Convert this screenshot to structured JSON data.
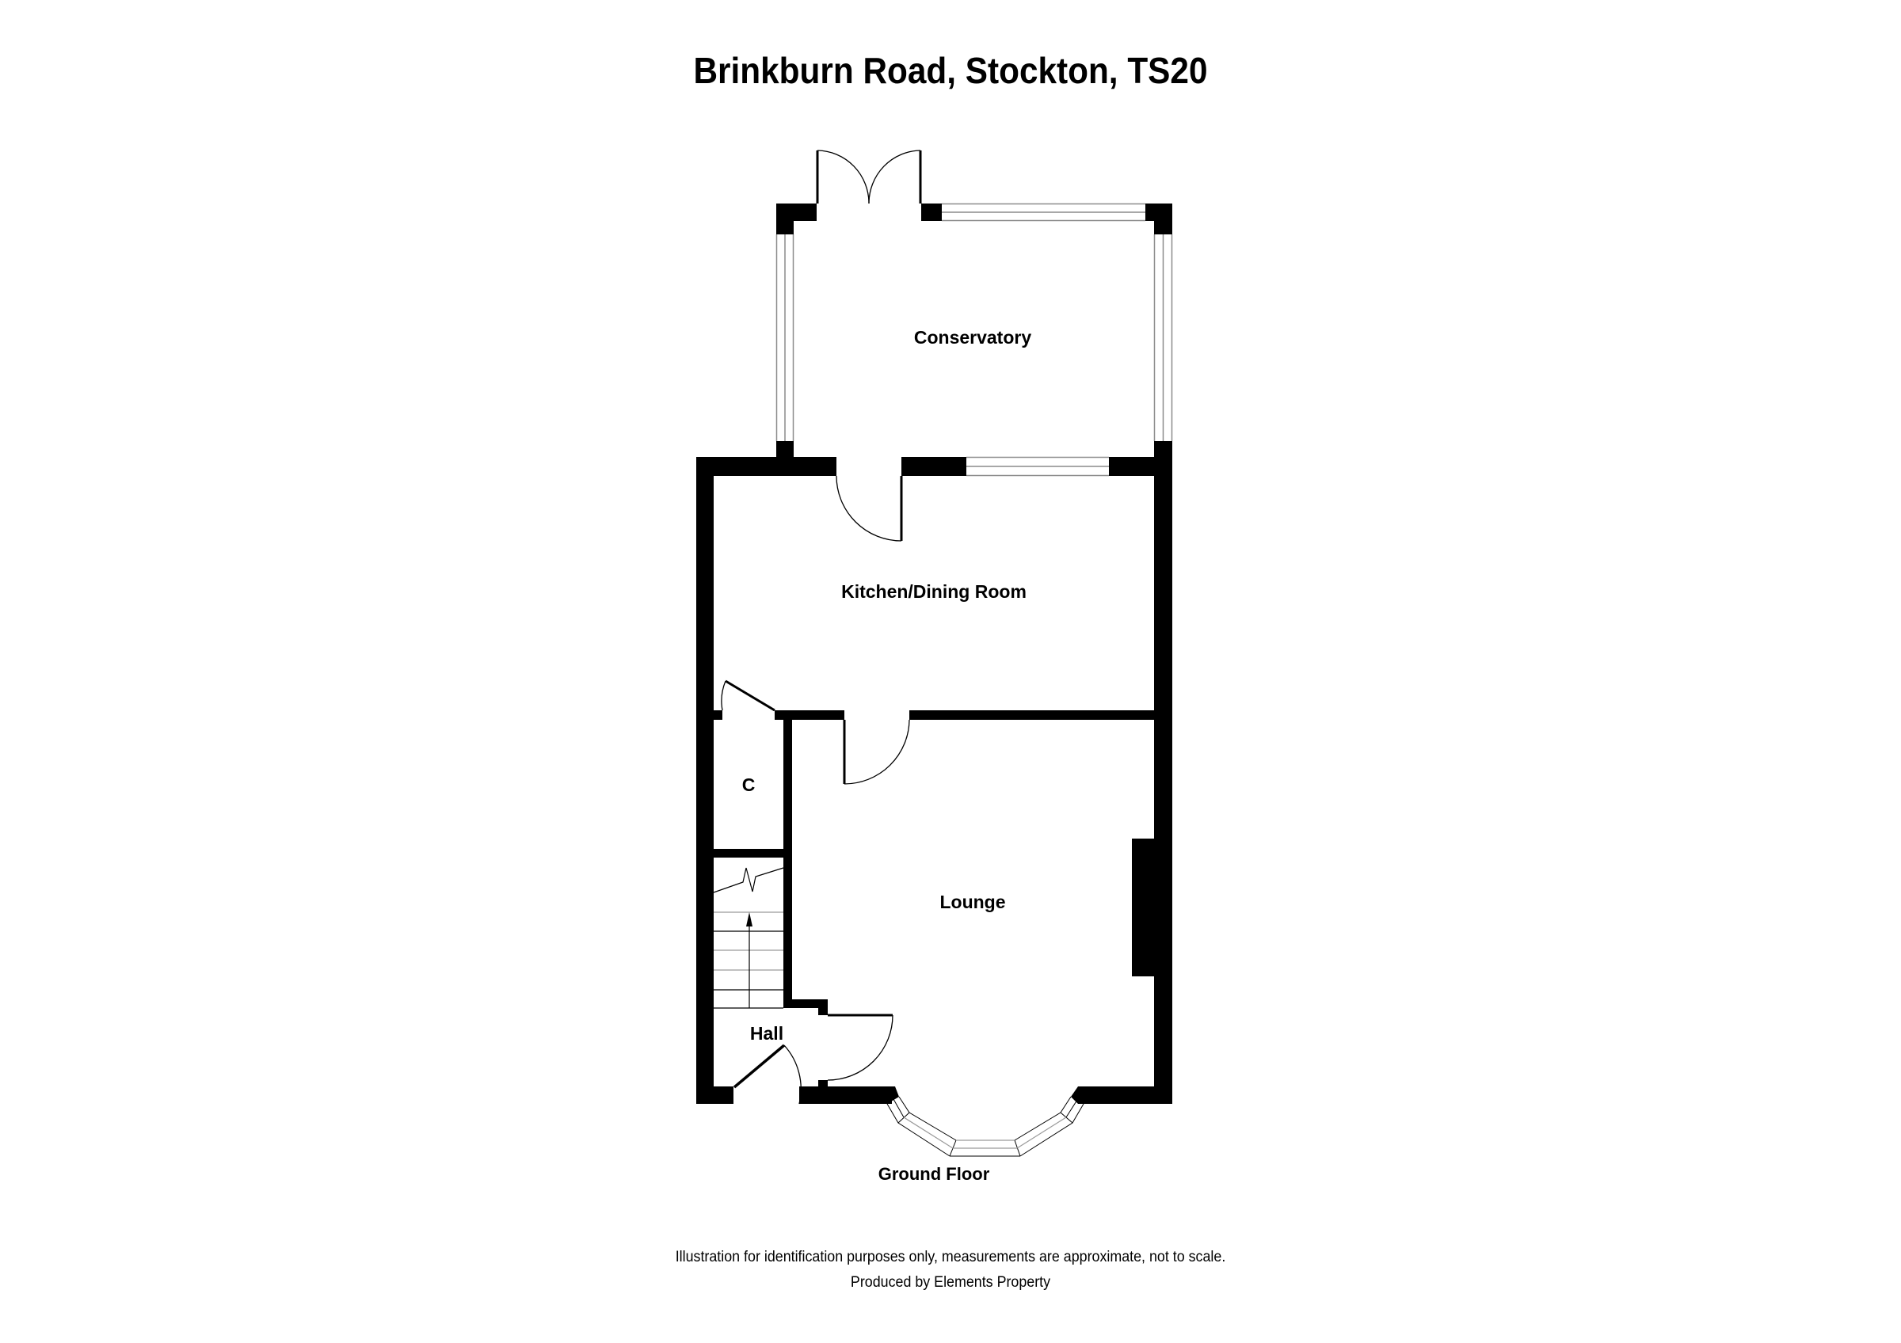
{
  "header": {
    "title": "Brinkburn Road, Stockton, TS20"
  },
  "floorplan": {
    "floor_label": "Ground Floor",
    "rooms": [
      {
        "id": "conservatory",
        "label": "Conservatory"
      },
      {
        "id": "kitchen",
        "label": "Kitchen/Dining Room"
      },
      {
        "id": "cupboard",
        "label": "C"
      },
      {
        "id": "lounge",
        "label": "Lounge"
      },
      {
        "id": "hall",
        "label": "Hall"
      }
    ],
    "colors": {
      "wall": "#000000",
      "window_line": "#8c8c8c",
      "background": "#ffffff"
    }
  },
  "footer": {
    "disclaimer": "Illustration for identification purposes only, measurements are approximate, not to scale.",
    "credit": "Produced by Elements Property"
  }
}
